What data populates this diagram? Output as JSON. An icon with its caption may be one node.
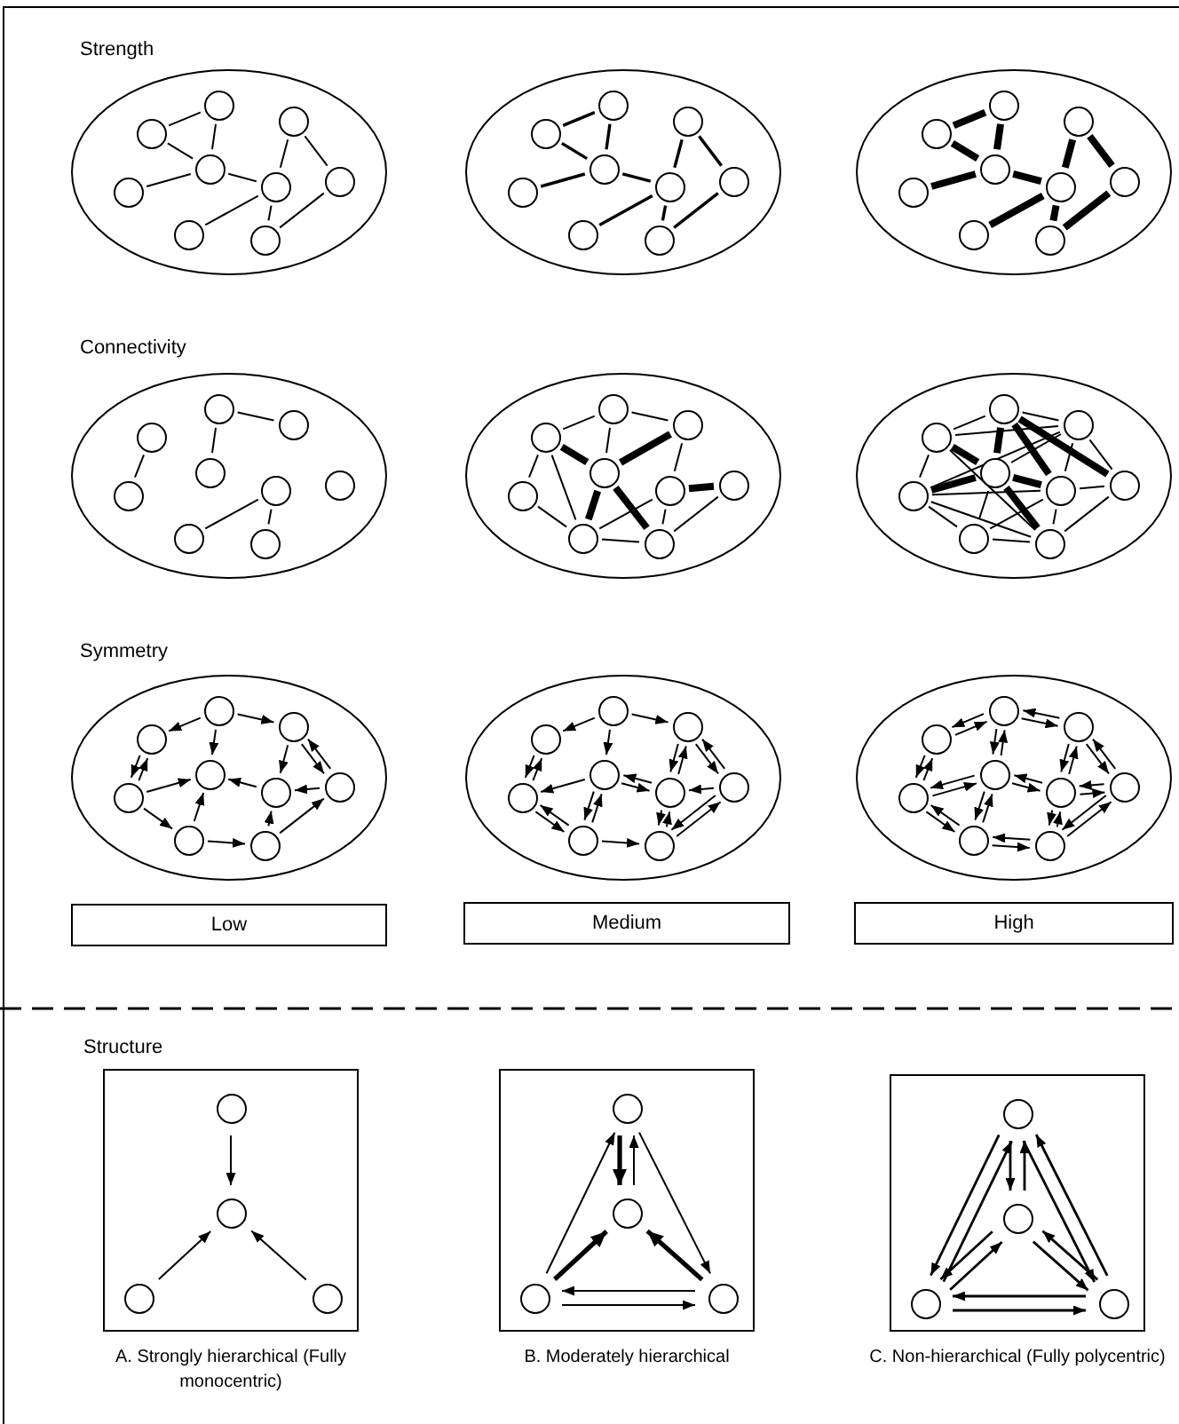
{
  "diagram": {
    "nodes": [
      {
        "text": [],
        "shape": "ellipse"
      },
      {
        "text": [],
        "shape": "circle",
        "in": 0
      },
      {
        "text": [],
        "shape": "circle",
        "in": 0
      },
      {
        "text": [],
        "shape": "circle",
        "in": 0
      },
      {
        "text": [],
        "shape": "circle",
        "in": 0
      },
      {
        "text": [],
        "shape": "circle",
        "in": 0
      },
      {
        "text": [],
        "shape": "circle",
        "in": 0
      },
      {
        "text": [],
        "shape": "circle",
        "in": 0
      },
      {
        "text": [],
        "shape": "circle",
        "in": 0
      },
      {
        "text": [],
        "shape": "circle",
        "in": 0
      },
      {
        "text": [],
        "shape": "ellipse"
      },
      {
        "text": [],
        "shape": "circle",
        "in": 10
      },
      {
        "text": [],
        "shape": "circle",
        "in": 10
      },
      {
        "text": [],
        "shape": "circle",
        "in": 10
      },
      {
        "text": [],
        "shape": "circle",
        "in": 10
      },
      {
        "text": [],
        "shape": "circle",
        "in": 10
      },
      {
        "text": [],
        "shape": "circle",
        "in": 10
      },
      {
        "text": [],
        "shape": "circle",
        "in": 10
      },
      {
        "text": [],
        "shape": "circle",
        "in": 10
      },
      {
        "text": [],
        "shape": "circle",
        "in": 10
      },
      {
        "text": [],
        "shape": "ellipse"
      },
      {
        "text": [],
        "shape": "circle",
        "in": 20
      },
      {
        "text": [],
        "shape": "circle",
        "in": 20
      },
      {
        "text": [],
        "shape": "circle",
        "in": 20
      },
      {
        "text": [],
        "shape": "circle",
        "in": 20
      },
      {
        "text": [],
        "shape": "circle",
        "in": 20
      },
      {
        "text": [],
        "shape": "circle",
        "in": 20
      },
      {
        "text": [],
        "shape": "circle",
        "in": 20
      },
      {
        "text": [],
        "shape": "circle",
        "in": 20
      },
      {
        "text": [],
        "shape": "circle",
        "in": 20
      },
      {
        "text": [],
        "shape": "ellipse"
      },
      {
        "text": [],
        "shape": "circle",
        "in": 30
      },
      {
        "text": [],
        "shape": "circle",
        "in": 30
      },
      {
        "text": [],
        "shape": "circle",
        "in": 30
      },
      {
        "text": [],
        "shape": "circle",
        "in": 30
      },
      {
        "text": [],
        "shape": "circle",
        "in": 30
      },
      {
        "text": [],
        "shape": "circle",
        "in": 30
      },
      {
        "text": [],
        "shape": "circle",
        "in": 30
      },
      {
        "text": [],
        "shape": "circle",
        "in": 30
      },
      {
        "text": [],
        "shape": "circle",
        "in": 30
      },
      {
        "text": [],
        "shape": "ellipse"
      },
      {
        "text": [],
        "shape": "circle",
        "in": 40
      },
      {
        "text": [],
        "shape": "circle",
        "in": 40
      },
      {
        "text": [],
        "shape": "circle",
        "in": 40
      },
      {
        "text": [],
        "shape": "circle",
        "in": 40
      },
      {
        "text": [],
        "shape": "circle",
        "in": 40
      },
      {
        "text": [],
        "shape": "circle",
        "in": 40
      },
      {
        "text": [],
        "shape": "circle",
        "in": 40
      },
      {
        "text": [],
        "shape": "circle",
        "in": 40
      },
      {
        "text": [],
        "shape": "circle",
        "in": 40
      },
      {
        "text": [],
        "shape": "ellipse"
      },
      {
        "text": [],
        "shape": "circle",
        "in": 50
      },
      {
        "text": [],
        "shape": "circle",
        "in": 50
      },
      {
        "text": [],
        "shape": "circle",
        "in": 50
      },
      {
        "text": [],
        "shape": "circle",
        "in": 50
      },
      {
        "text": [],
        "shape": "circle",
        "in": 50
      },
      {
        "text": [],
        "shape": "circle",
        "in": 50
      },
      {
        "text": [],
        "shape": "circle",
        "in": 50
      },
      {
        "text": [],
        "shape": "circle",
        "in": 50
      },
      {
        "text": [],
        "shape": "circle",
        "in": 50
      },
      {
        "text": [],
        "shape": "ellipse"
      },
      {
        "text": [],
        "shape": "circle",
        "in": 60
      },
      {
        "text": [],
        "shape": "circle",
        "in": 60
      },
      {
        "text": [],
        "shape": "circle",
        "in": 60
      },
      {
        "text": [],
        "shape": "circle",
        "in": 60
      },
      {
        "text": [],
        "shape": "circle",
        "in": 60
      },
      {
        "text": [],
        "shape": "circle",
        "in": 60
      },
      {
        "text": [],
        "shape": "circle",
        "in": 60
      },
      {
        "text": [],
        "shape": "circle",
        "in": 60
      },
      {
        "text": [],
        "shape": "circle",
        "in": 60
      },
      {
        "text": [],
        "shape": "ellipse"
      },
      {
        "text": [],
        "shape": "circle",
        "in": 70
      },
      {
        "text": [],
        "shape": "circle",
        "in": 70
      },
      {
        "text": [],
        "shape": "circle",
        "in": 70
      },
      {
        "text": [],
        "shape": "circle",
        "in": 70
      },
      {
        "text": [],
        "shape": "circle",
        "in": 70
      },
      {
        "text": [],
        "shape": "circle",
        "in": 70
      },
      {
        "text": [],
        "shape": "circle",
        "in": 70
      },
      {
        "text": [],
        "shape": "circle",
        "in": 70
      },
      {
        "text": [],
        "shape": "circle",
        "in": 70
      },
      {
        "text": [],
        "shape": "ellipse"
      },
      {
        "text": [],
        "shape": "circle",
        "in": 80
      },
      {
        "text": [],
        "shape": "circle",
        "in": 80
      },
      {
        "text": [],
        "shape": "circle",
        "in": 80
      },
      {
        "text": [],
        "shape": "circle",
        "in": 80
      },
      {
        "text": [],
        "shape": "circle",
        "in": 80
      },
      {
        "text": [],
        "shape": "circle",
        "in": 80
      },
      {
        "text": [],
        "shape": "circle",
        "in": 80
      },
      {
        "text": [],
        "shape": "circle",
        "in": 80
      },
      {
        "text": [],
        "shape": "circle",
        "in": 80
      },
      {
        "text": [
          "Low"
        ]
      },
      {
        "text": [
          "Medium"
        ]
      },
      {
        "text": [
          "High"
        ]
      },
      {
        "text": [],
        "shape": "box",
        "beside": [
          "A. Strongly hierarchical (Fully monocentric)"
        ]
      },
      {
        "text": [],
        "shape": "circle",
        "in": 93
      },
      {
        "text": [],
        "shape": "circle",
        "in": 93
      },
      {
        "text": [],
        "shape": "circle",
        "in": 93
      },
      {
        "text": [],
        "shape": "circle",
        "in": 93
      },
      {
        "text": [],
        "shape": "box",
        "beside": [
          "B. Moderately hierarchical"
        ]
      },
      {
        "text": [],
        "shape": "circle",
        "in": 98
      },
      {
        "text": [],
        "shape": "circle",
        "in": 98
      },
      {
        "text": [],
        "shape": "circle",
        "in": 98
      },
      {
        "text": [],
        "shape": "circle",
        "in": 98
      },
      {
        "text": [],
        "shape": "box",
        "beside": [
          "C. Non-hierarchical (Fully polycentric)"
        ]
      },
      {
        "text": [],
        "shape": "circle",
        "in": 103
      },
      {
        "text": [],
        "shape": "circle",
        "in": 103
      },
      {
        "text": [],
        "shape": "circle",
        "in": 103
      },
      {
        "text": [],
        "shape": "circle",
        "in": 103
      }
    ],
    "edges": [
      {
        "from": 1,
        "to": 2,
        "arrow": "none"
      },
      {
        "from": 2,
        "to": 4,
        "arrow": "none"
      },
      {
        "from": 1,
        "to": 4,
        "arrow": "none"
      },
      {
        "from": 4,
        "to": 5,
        "arrow": "none"
      },
      {
        "from": 4,
        "to": 6,
        "arrow": "none"
      },
      {
        "from": 3,
        "to": 6,
        "arrow": "none"
      },
      {
        "from": 3,
        "to": 7,
        "arrow": "none"
      },
      {
        "from": 6,
        "to": 8,
        "arrow": "none"
      },
      {
        "from": 6,
        "to": 9,
        "arrow": "none"
      },
      {
        "from": 9,
        "to": 7,
        "arrow": "none"
      },
      {
        "from": 11,
        "to": 12,
        "arrow": "none"
      },
      {
        "from": 12,
        "to": 14,
        "arrow": "none"
      },
      {
        "from": 11,
        "to": 14,
        "arrow": "none"
      },
      {
        "from": 14,
        "to": 15,
        "arrow": "none"
      },
      {
        "from": 14,
        "to": 16,
        "arrow": "none"
      },
      {
        "from": 13,
        "to": 16,
        "arrow": "none"
      },
      {
        "from": 13,
        "to": 17,
        "arrow": "none"
      },
      {
        "from": 16,
        "to": 18,
        "arrow": "none"
      },
      {
        "from": 16,
        "to": 19,
        "arrow": "none"
      },
      {
        "from": 19,
        "to": 17,
        "arrow": "none"
      },
      {
        "from": 21,
        "to": 22,
        "arrow": "none",
        "style": "thick"
      },
      {
        "from": 22,
        "to": 24,
        "arrow": "none",
        "style": "thick"
      },
      {
        "from": 21,
        "to": 24,
        "arrow": "none",
        "style": "thick"
      },
      {
        "from": 24,
        "to": 25,
        "arrow": "none",
        "style": "thick"
      },
      {
        "from": 24,
        "to": 26,
        "arrow": "none",
        "style": "thick"
      },
      {
        "from": 23,
        "to": 26,
        "arrow": "none",
        "style": "thick"
      },
      {
        "from": 23,
        "to": 27,
        "arrow": "none",
        "style": "thick"
      },
      {
        "from": 26,
        "to": 28,
        "arrow": "none",
        "style": "thick"
      },
      {
        "from": 26,
        "to": 29,
        "arrow": "none",
        "style": "thick"
      },
      {
        "from": 29,
        "to": 27,
        "arrow": "none",
        "style": "thick"
      },
      {
        "from": 31,
        "to": 35,
        "arrow": "none"
      },
      {
        "from": 32,
        "to": 33,
        "arrow": "none"
      },
      {
        "from": 32,
        "to": 34,
        "arrow": "none"
      },
      {
        "from": 36,
        "to": 38,
        "arrow": "none"
      },
      {
        "from": 36,
        "to": 39,
        "arrow": "none"
      },
      {
        "from": 41,
        "to": 42,
        "arrow": "none"
      },
      {
        "from": 42,
        "to": 43,
        "arrow": "none"
      },
      {
        "from": 42,
        "to": 44,
        "arrow": "none"
      },
      {
        "from": 41,
        "to": 44,
        "arrow": "none",
        "style": "thick"
      },
      {
        "from": 43,
        "to": 44,
        "arrow": "none",
        "style": "thick"
      },
      {
        "from": 41,
        "to": 45,
        "arrow": "none"
      },
      {
        "from": 41,
        "to": 48,
        "arrow": "none"
      },
      {
        "from": 45,
        "to": 48,
        "arrow": "none"
      },
      {
        "from": 44,
        "to": 48,
        "arrow": "none",
        "style": "thick"
      },
      {
        "from": 44,
        "to": 49,
        "arrow": "none",
        "style": "thick"
      },
      {
        "from": 43,
        "to": 46,
        "arrow": "none"
      },
      {
        "from": 46,
        "to": 47,
        "arrow": "none",
        "style": "thick"
      },
      {
        "from": 48,
        "to": 46,
        "arrow": "none"
      },
      {
        "from": 48,
        "to": 49,
        "arrow": "none"
      },
      {
        "from": 46,
        "to": 49,
        "arrow": "none"
      },
      {
        "from": 49,
        "to": 47,
        "arrow": "none"
      },
      {
        "from": 51,
        "to": 52,
        "arrow": "none"
      },
      {
        "from": 52,
        "to": 53,
        "arrow": "none"
      },
      {
        "from": 51,
        "to": 53,
        "arrow": "none"
      },
      {
        "from": 51,
        "to": 54,
        "arrow": "none",
        "style": "thick"
      },
      {
        "from": 52,
        "to": 54,
        "arrow": "none",
        "style": "thick"
      },
      {
        "from": 52,
        "to": 56,
        "arrow": "none",
        "style": "thick"
      },
      {
        "from": 52,
        "to": 57,
        "arrow": "none",
        "style": "thick"
      },
      {
        "from": 53,
        "to": 54,
        "arrow": "none"
      },
      {
        "from": 53,
        "to": 56,
        "arrow": "none"
      },
      {
        "from": 53,
        "to": 57,
        "arrow": "none"
      },
      {
        "from": 51,
        "to": 55,
        "arrow": "none"
      },
      {
        "from": 51,
        "to": 59,
        "arrow": "none"
      },
      {
        "from": 55,
        "to": 54,
        "arrow": "none",
        "style": "thick"
      },
      {
        "from": 55,
        "to": 58,
        "arrow": "none"
      },
      {
        "from": 55,
        "to": 59,
        "arrow": "none"
      },
      {
        "from": 55,
        "to": 56,
        "arrow": "none"
      },
      {
        "from": 54,
        "to": 56,
        "arrow": "none",
        "style": "thick"
      },
      {
        "from": 54,
        "to": 59,
        "arrow": "none",
        "style": "thick"
      },
      {
        "from": 54,
        "to": 58,
        "arrow": "none"
      },
      {
        "from": 56,
        "to": 57,
        "arrow": "none"
      },
      {
        "from": 56,
        "to": 58,
        "arrow": "none"
      },
      {
        "from": 56,
        "to": 59,
        "arrow": "none"
      },
      {
        "from": 57,
        "to": 59,
        "arrow": "none"
      },
      {
        "from": 58,
        "to": 59,
        "arrow": "none"
      },
      {
        "from": 55,
        "to": 53,
        "arrow": "none"
      },
      {
        "from": 62,
        "to": 61,
        "arrow": "to"
      },
      {
        "from": 62,
        "to": 63,
        "arrow": "to"
      },
      {
        "from": 62,
        "to": 64,
        "arrow": "to"
      },
      {
        "from": 61,
        "to": 65,
        "arrow": "to"
      },
      {
        "from": 65,
        "to": 61,
        "arrow": "to"
      },
      {
        "from": 63,
        "to": 67,
        "arrow": "to"
      },
      {
        "from": 67,
        "to": 63,
        "arrow": "to"
      },
      {
        "from": 63,
        "to": 66,
        "arrow": "to"
      },
      {
        "from": 65,
        "to": 64,
        "arrow": "to"
      },
      {
        "from": 66,
        "to": 64,
        "arrow": "to"
      },
      {
        "from": 67,
        "to": 66,
        "arrow": "to"
      },
      {
        "from": 65,
        "to": 68,
        "arrow": "to"
      },
      {
        "from": 68,
        "to": 64,
        "arrow": "to"
      },
      {
        "from": 68,
        "to": 69,
        "arrow": "to"
      },
      {
        "from": 69,
        "to": 66,
        "arrow": "to"
      },
      {
        "from": 69,
        "to": 67,
        "arrow": "to"
      },
      {
        "from": 72,
        "to": 71,
        "arrow": "to"
      },
      {
        "from": 72,
        "to": 73,
        "arrow": "to"
      },
      {
        "from": 72,
        "to": 74,
        "arrow": "to"
      },
      {
        "from": 71,
        "to": 75,
        "arrow": "to"
      },
      {
        "from": 75,
        "to": 71,
        "arrow": "to"
      },
      {
        "from": 74,
        "to": 75,
        "arrow": "to"
      },
      {
        "from": 74,
        "to": 76,
        "arrow": "to"
      },
      {
        "from": 76,
        "to": 74,
        "arrow": "to"
      },
      {
        "from": 73,
        "to": 76,
        "arrow": "to"
      },
      {
        "from": 76,
        "to": 73,
        "arrow": "to"
      },
      {
        "from": 73,
        "to": 77,
        "arrow": "to"
      },
      {
        "from": 77,
        "to": 73,
        "arrow": "to"
      },
      {
        "from": 77,
        "to": 76,
        "arrow": "to"
      },
      {
        "from": 75,
        "to": 78,
        "arrow": "to"
      },
      {
        "from": 78,
        "to": 75,
        "arrow": "to"
      },
      {
        "from": 74,
        "to": 78,
        "arrow": "to"
      },
      {
        "from": 78,
        "to": 74,
        "arrow": "to"
      },
      {
        "from": 76,
        "to": 79,
        "arrow": "to"
      },
      {
        "from": 79,
        "to": 76,
        "arrow": "to"
      },
      {
        "from": 78,
        "to": 79,
        "arrow": "to"
      },
      {
        "from": 77,
        "to": 79,
        "arrow": "to"
      },
      {
        "from": 79,
        "to": 77,
        "arrow": "to"
      },
      {
        "from": 81,
        "to": 82,
        "arrow": "to"
      },
      {
        "from": 82,
        "to": 81,
        "arrow": "to"
      },
      {
        "from": 82,
        "to": 83,
        "arrow": "to"
      },
      {
        "from": 83,
        "to": 82,
        "arrow": "to"
      },
      {
        "from": 81,
        "to": 85,
        "arrow": "to"
      },
      {
        "from": 85,
        "to": 81,
        "arrow": "to"
      },
      {
        "from": 82,
        "to": 84,
        "arrow": "to"
      },
      {
        "from": 84,
        "to": 82,
        "arrow": "to"
      },
      {
        "from": 83,
        "to": 86,
        "arrow": "to"
      },
      {
        "from": 86,
        "to": 83,
        "arrow": "to"
      },
      {
        "from": 83,
        "to": 87,
        "arrow": "to"
      },
      {
        "from": 87,
        "to": 83,
        "arrow": "to"
      },
      {
        "from": 85,
        "to": 84,
        "arrow": "to"
      },
      {
        "from": 84,
        "to": 85,
        "arrow": "to"
      },
      {
        "from": 84,
        "to": 86,
        "arrow": "to"
      },
      {
        "from": 86,
        "to": 84,
        "arrow": "to"
      },
      {
        "from": 86,
        "to": 87,
        "arrow": "to"
      },
      {
        "from": 87,
        "to": 86,
        "arrow": "to"
      },
      {
        "from": 85,
        "to": 88,
        "arrow": "to"
      },
      {
        "from": 88,
        "to": 85,
        "arrow": "to"
      },
      {
        "from": 84,
        "to": 88,
        "arrow": "to"
      },
      {
        "from": 88,
        "to": 84,
        "arrow": "to"
      },
      {
        "from": 86,
        "to": 89,
        "arrow": "to"
      },
      {
        "from": 89,
        "to": 86,
        "arrow": "to"
      },
      {
        "from": 88,
        "to": 89,
        "arrow": "to"
      },
      {
        "from": 89,
        "to": 88,
        "arrow": "to"
      },
      {
        "from": 87,
        "to": 89,
        "arrow": "to"
      },
      {
        "from": 89,
        "to": 87,
        "arrow": "to"
      },
      {
        "from": 94,
        "to": 95,
        "arrow": "to"
      },
      {
        "from": 96,
        "to": 95,
        "arrow": "to"
      },
      {
        "from": 97,
        "to": 95,
        "arrow": "to"
      },
      {
        "from": 99,
        "to": 100,
        "arrow": "to",
        "style": "thick"
      },
      {
        "from": 100,
        "to": 99,
        "arrow": "to"
      },
      {
        "from": 101,
        "to": 99,
        "arrow": "to"
      },
      {
        "from": 99,
        "to": 102,
        "arrow": "to"
      },
      {
        "from": 101,
        "to": 100,
        "arrow": "to",
        "style": "thick"
      },
      {
        "from": 102,
        "to": 100,
        "arrow": "to",
        "style": "thick"
      },
      {
        "from": 102,
        "to": 101,
        "arrow": "to"
      },
      {
        "from": 101,
        "to": 102,
        "arrow": "to"
      },
      {
        "from": 104,
        "to": 105,
        "arrow": "to"
      },
      {
        "from": 105,
        "to": 104,
        "arrow": "to"
      },
      {
        "from": 106,
        "to": 104,
        "arrow": "to"
      },
      {
        "from": 104,
        "to": 106,
        "arrow": "to"
      },
      {
        "from": 104,
        "to": 107,
        "arrow": "to"
      },
      {
        "from": 107,
        "to": 104,
        "arrow": "to"
      },
      {
        "from": 106,
        "to": 105,
        "arrow": "to"
      },
      {
        "from": 105,
        "to": 106,
        "arrow": "to"
      },
      {
        "from": 107,
        "to": 105,
        "arrow": "to"
      },
      {
        "from": 105,
        "to": 107,
        "arrow": "to"
      },
      {
        "from": 106,
        "to": 107,
        "arrow": "to"
      },
      {
        "from": 107,
        "to": 106,
        "arrow": "to"
      }
    ],
    "labels": [
      "Strength",
      "Connectivity",
      "Symmetry",
      "Structure"
    ]
  }
}
